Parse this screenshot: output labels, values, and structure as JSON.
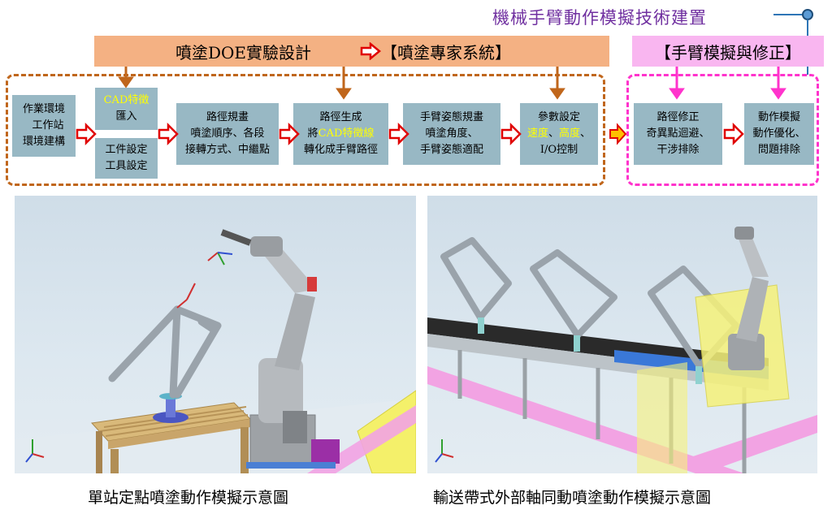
{
  "title": "機械手臂動作模擬技術建置",
  "band_left": {
    "part1": "噴塗DOE實驗設計",
    "part2": "【噴塗專家系統】"
  },
  "band_right": "【手臂模擬與修正】",
  "boxes": {
    "env": {
      "line1": "作業環境",
      "line2": "工作站",
      "line3": "環境建構"
    },
    "cad": {
      "line1": "CAD特徵",
      "line2": "匯入"
    },
    "tool": {
      "line1": "工件設定",
      "line2": "工具設定"
    },
    "path_plan": {
      "line1": "路徑規畫",
      "line2": "噴塗順序、各段",
      "line3": "接轉方式、中繼點"
    },
    "path_gen": {
      "line1": "路徑生成",
      "line2_pre": "將",
      "line2_hl": "CAD特徵線",
      "line3": "轉化成手臂路徑"
    },
    "pose": {
      "line1": "手臂姿態規畫",
      "line2": "噴塗角度、",
      "line3": "手臂姿態適配"
    },
    "param": {
      "line1": "參數設定",
      "hl1": "速度",
      "sep1": "、",
      "hl2": "高度",
      "sep2": "、",
      "line3": "I/O控制"
    },
    "path_fix": {
      "line1": "路徑修正",
      "line2": "奇異點迴避、",
      "line3": "干涉排除"
    },
    "motion": {
      "line1": "動作模擬",
      "line2": "動作優化、",
      "line3": "問題排除"
    }
  },
  "captions": {
    "left": "單站定點噴塗動作模擬示意圖",
    "right": "輸送帶式外部軸同動噴塗動作模擬示意圖"
  },
  "colors": {
    "band_orange": "#f4b183",
    "band_pink": "#f9b6f0",
    "box_fill": "#98b8c4",
    "arrow_red": "#e00000",
    "title_purple": "#7030a0",
    "highlight": "#ffff00"
  }
}
